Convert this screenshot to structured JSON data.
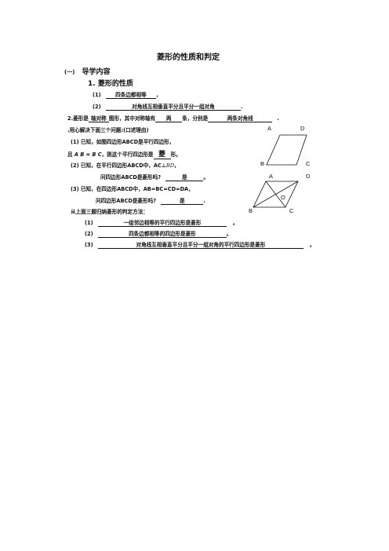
{
  "title": "菱形的性质和判定",
  "section1": {
    "marker": "(一)",
    "heading": "导学内容"
  },
  "subsection1": "1. 菱形的性质",
  "prop1": {
    "num": "(1)",
    "answer": "四条边都相等",
    "end": "，"
  },
  "prop2": {
    "num": "(2)",
    "answer": "对角线互相垂直平分且平分一组对角",
    "end": "."
  },
  "line2": {
    "pre": "2.菱形是",
    "a1": "轴对称",
    "mid": "图形，其中对称轴有",
    "a2": "两",
    "mid2": "条，分别是",
    "a3": "两条对角线",
    "end": "."
  },
  "line3": ".用心解决下面三个问题:(口述理由)",
  "q1": {
    "text1": "(1) 已知，如图四边形ABCD是平行四边形，",
    "text2pre": "且",
    "expr": "A B = B C",
    "text2mid": "，则这个平行四边形是",
    "answer": "菱",
    "end": "形。"
  },
  "q2": {
    "text1": "(2) 已知，在平行四边形ABCD中，AC⊥",
    "bd": "BD",
    "comma": "，",
    "text2": "问四边形ABCD是菱形吗?",
    "answer": "是",
    "end": "。"
  },
  "q3": {
    "text1": "(3) 已知，在四边形ABCD中，AB=BC=CD=DA，",
    "text2": "问四边形ABCD是菱形吗?",
    "answer": "是",
    "end": "."
  },
  "summary": "从上面三题归纳菱形的判定方法：",
  "method1": {
    "num": "(1)",
    "answer": "一组邻边相等的平行四边形是菱形",
    "end": "。"
  },
  "method2": {
    "num": "(2)",
    "answer": "四条边都相等的四边形是菱形",
    "end": "。"
  },
  "method3": {
    "num": "(3)",
    "answer": "对角线互相垂直平分且平分一组对角的平行四边形是菱形",
    "end": "。"
  },
  "fig1_labels": {
    "A": "A",
    "D": "D",
    "B": "B",
    "C": "C"
  },
  "fig2_labels": {
    "A": "A",
    "D": "D",
    "B": "B",
    "C": "C",
    "O": "O"
  }
}
